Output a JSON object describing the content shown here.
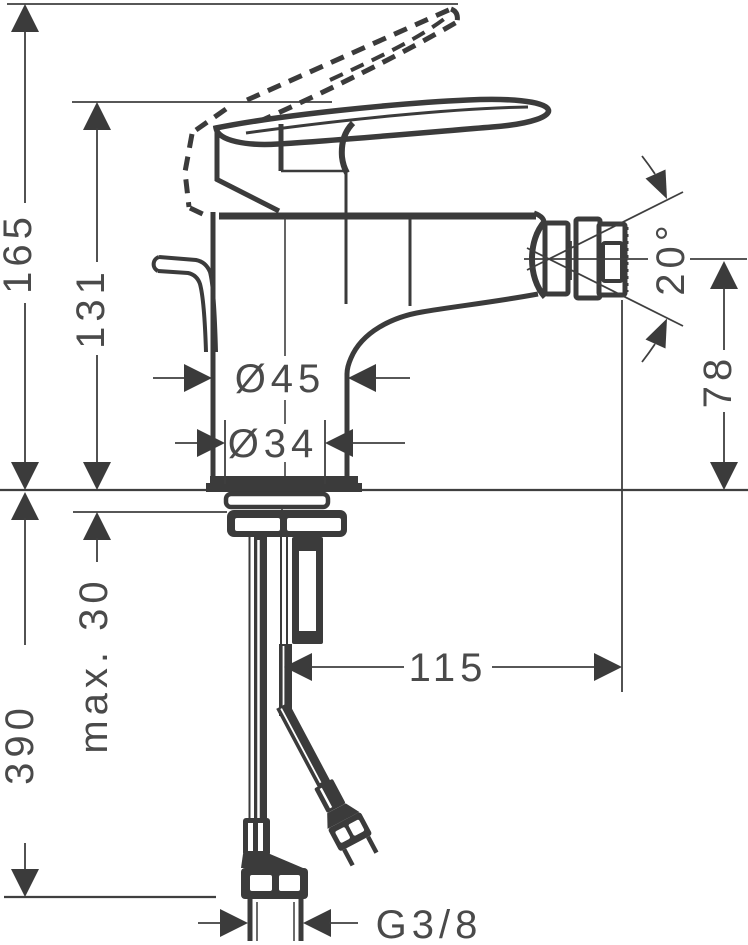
{
  "drawing": {
    "colors": {
      "ink": "#3b3b3b",
      "text": "#4a4a4a",
      "background": "#ffffff"
    },
    "dimensions": {
      "overall_height": "165",
      "body_top_height": "131",
      "below_counter_length": "390",
      "max_counter_thickness": "max. 30",
      "body_diameter": "Ø45",
      "shank_diameter": "Ø34",
      "spout_reach": "115",
      "outlet_height": "78",
      "aerator_angle": "20°",
      "hose_thread": "G3/8"
    }
  }
}
